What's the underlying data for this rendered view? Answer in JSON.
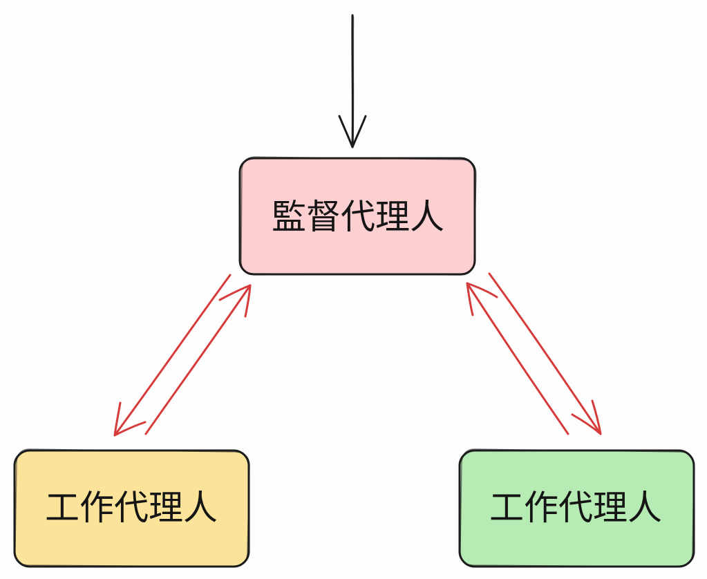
{
  "nodes": {
    "supervisor": {
      "label": "監督代理人",
      "fill": "#fccfd1"
    },
    "worker_left": {
      "label": "工作代理人",
      "fill": "#fbe49a"
    },
    "worker_right": {
      "label": "工作代理人",
      "fill": "#b6ecb4"
    }
  },
  "colors": {
    "outline": "#1c1c1c",
    "input_arrow": "#1c1c1c",
    "link_arrows": "#d63b3b",
    "background": "#fdfdfd"
  },
  "edges": [
    {
      "from": "external",
      "to": "supervisor",
      "style": "single-arrow"
    },
    {
      "from": "supervisor",
      "to": "worker_left",
      "style": "paired-arrows"
    },
    {
      "from": "supervisor",
      "to": "worker_right",
      "style": "paired-arrows"
    }
  ]
}
